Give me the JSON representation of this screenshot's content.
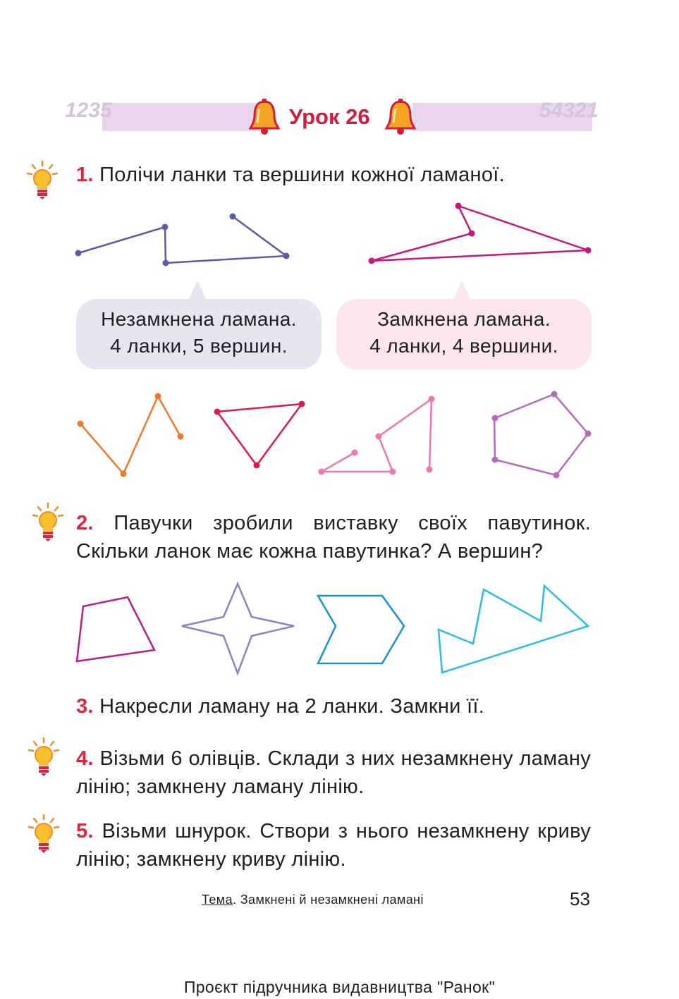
{
  "header": {
    "lesson_title": "Урок 26",
    "left_digits": "1235",
    "right_digits": "54321"
  },
  "task1": {
    "number": "1.",
    "text": "Полічи ланки та вершини кожної ламаної.",
    "bubble_left_line1": "Незамкнена ламана.",
    "bubble_left_line2": "4 ланки, 5 вершин.",
    "bubble_right_line1": "Замкнена ламана.",
    "bubble_right_line2": "4 ланки, 4 вершини."
  },
  "task2": {
    "number": "2.",
    "text": "Павучки зробили виставку своїх павутинок. Скільки ланок має кожна павутинка? А вершин?"
  },
  "task3": {
    "number": "3.",
    "text": "Накресли ламану на 2 ланки. Замкни її."
  },
  "task4": {
    "number": "4.",
    "text": "Візьми 6 олівців. Склади з них незамкнену ламану лінію; замкнену ламану лінію."
  },
  "task5": {
    "number": "5.",
    "text": "Візьми шнурок. Створи з нього незамкнену криву лінію; замкнену криву лінію."
  },
  "footer": {
    "topic_label": "Тема",
    "topic_text": ". Замкнені й незамкнені ламані",
    "page_number": "53",
    "publisher": "Проєкт підручника видавництва \"Ранок\""
  },
  "colors": {
    "accent_red": "#e0243e",
    "header_band": "#e9d6ec",
    "bubble_left_bg": "#e6e5f2",
    "bubble_right_bg": "#fbe5ee",
    "polyline_violet": "#5b5aa6",
    "polyline_magenta": "#c5177c",
    "orange": "#ee7a2b",
    "crimson": "#d81c4c",
    "pink": "#ec78b0",
    "purple": "#b56bbd",
    "web_magenta": "#b0218a",
    "web_lavender": "#8b84c2",
    "web_blue": "#1c8fd0",
    "web_cyan": "#2bbbe4"
  }
}
